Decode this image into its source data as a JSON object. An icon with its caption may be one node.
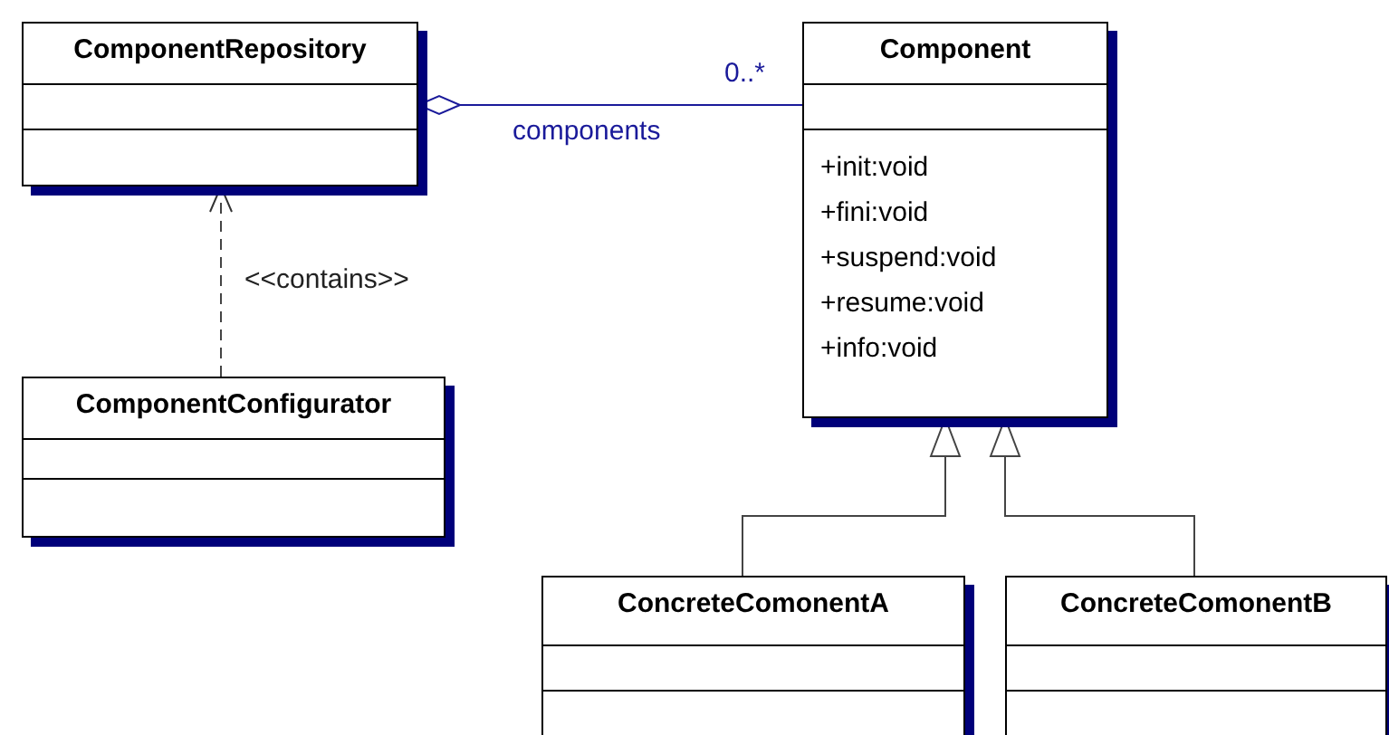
{
  "diagram": {
    "nodes": [
      {
        "text": [
          "ComponentRepository"
        ]
      },
      {
        "text": [
          "ComponentConfigurator"
        ]
      },
      {
        "text": [
          "Component",
          "+init:void",
          "+fini:void",
          "+suspend:void",
          "+resume:void",
          "+info:void"
        ]
      },
      {
        "text": [
          "ConcreteComonentA"
        ]
      },
      {
        "text": [
          "ConcreteComonentB"
        ]
      }
    ],
    "edges": [
      {
        "from": 0,
        "to": 2,
        "arrow": "other",
        "label": "components",
        "color": "#1a1a9a"
      },
      {
        "from": 1,
        "to": 0,
        "arrow": "to",
        "label": "<<contains>>",
        "style": "dashed"
      },
      {
        "from": 3,
        "to": 2,
        "arrow": "to"
      },
      {
        "from": 4,
        "to": 2,
        "arrow": "to"
      }
    ],
    "labels": [
      "0..*"
    ]
  }
}
